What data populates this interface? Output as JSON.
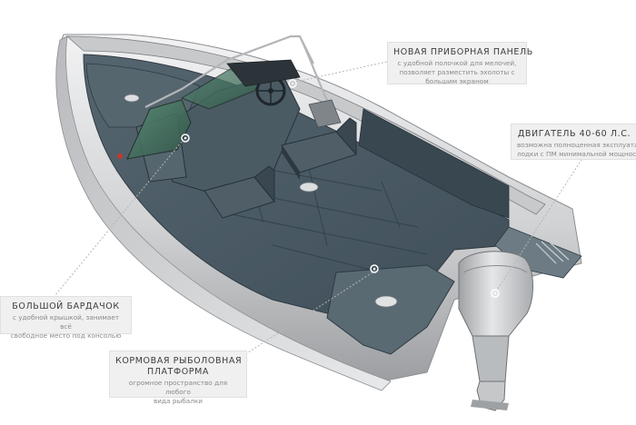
{
  "callouts": {
    "panel": {
      "title": "НОВАЯ ПРИБОРНАЯ ПАНЕЛЬ",
      "lines": [
        "с удобной полочкой для мелочей,",
        "позволяет разместить эхолоты с",
        "большим экраном"
      ]
    },
    "engine": {
      "title": "ДВИГАТЕЛЬ 40-60 Л.С.",
      "lines": [
        "возможна полноценная эксплуатация",
        "лодки с ПМ минимальной мощности"
      ]
    },
    "glovebox": {
      "title": "БОЛЬШОЙ БАРДАЧОК",
      "lines": [
        "с удобной крышкой, занимает всё",
        "свободное место под консолью"
      ]
    },
    "platform": {
      "title_lines": [
        "КОРМОВАЯ РЫБОЛОВНАЯ",
        "ПЛАТФОРМА"
      ],
      "lines": [
        "огромное пространство для любого",
        "вида рыбалки"
      ]
    }
  },
  "colors": {
    "hull_light": "#e4e5e6",
    "hull_dark": "#8a8c8f",
    "deck": "#4a5a64",
    "deck_light": "#5c6c76",
    "glass": "#3f6d5a",
    "engine": "#c9cbcd",
    "callout_bg": "#f0f0f0"
  }
}
